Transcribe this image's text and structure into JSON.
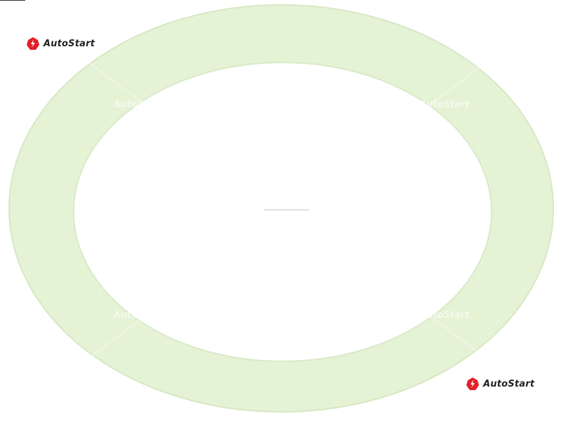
{
  "brand": {
    "name": "AutoStart",
    "logo_color": "#e0202a",
    "text_color": "#222222"
  },
  "watermark": {
    "text": "AutoStart"
  },
  "product": {
    "subject": "o-ring-seal",
    "color": "#e3f2d2"
  }
}
